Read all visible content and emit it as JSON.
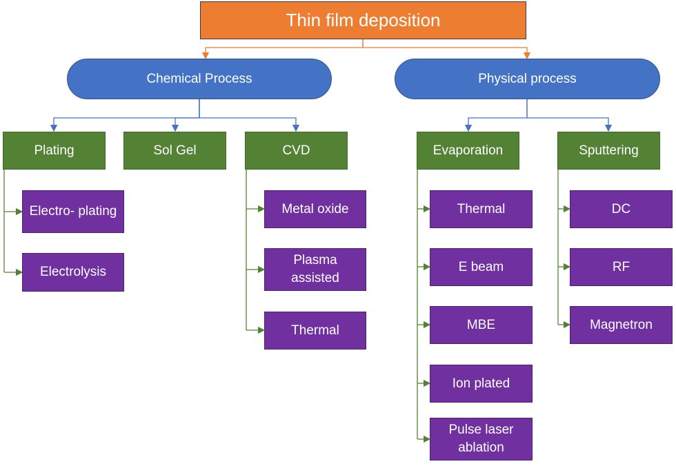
{
  "title": "Thin film deposition",
  "colors": {
    "root_fill": "#ED7D31",
    "process_fill": "#4472C4",
    "method_fill": "#548235",
    "leaf_fill": "#7030A0",
    "root_connector": "#ED7D31",
    "process_connector": "#4472C4",
    "method_connector": "#548235"
  },
  "processes": [
    {
      "label": "Chemical Process",
      "methods": [
        {
          "label": "Plating",
          "children": [
            "Electro- plating",
            "Electrolysis"
          ]
        },
        {
          "label": "Sol Gel",
          "children": []
        },
        {
          "label": "CVD",
          "children": [
            "Metal oxide",
            "Plasma assisted",
            "Thermal"
          ]
        }
      ]
    },
    {
      "label": "Physical process",
      "methods": [
        {
          "label": "Evaporation",
          "children": [
            "Thermal",
            "E beam",
            "MBE",
            "Ion plated",
            "Pulse laser ablation"
          ]
        },
        {
          "label": "Sputtering",
          "children": [
            "DC",
            "RF",
            "Magnetron"
          ]
        }
      ]
    }
  ]
}
